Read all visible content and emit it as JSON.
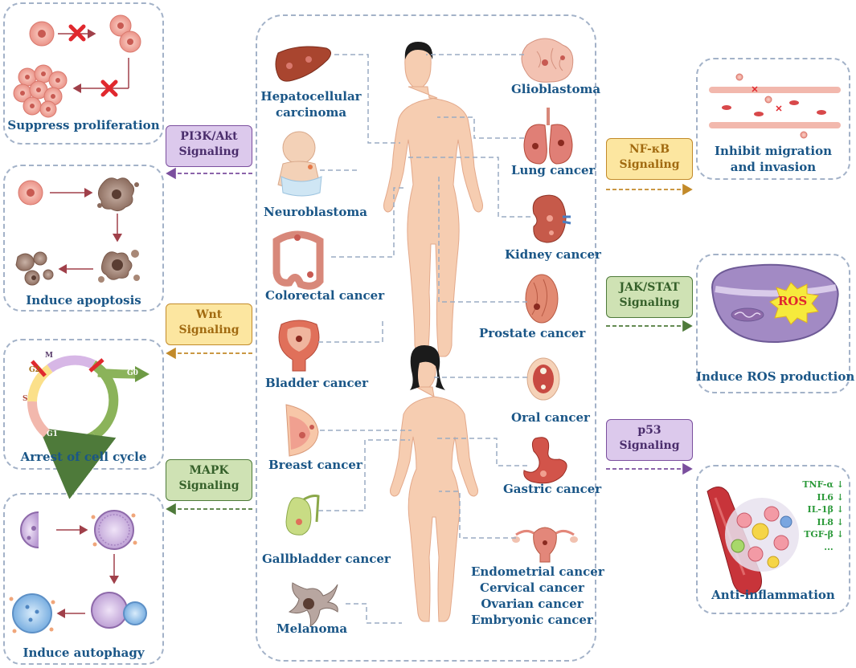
{
  "colors": {
    "dash_border": "#a3b2c8",
    "label_text": "#1a5687",
    "pi3k_fill": "#dcc9ec",
    "pi3k_text": "#4a2d6c",
    "pi3k_arrow": "#7b4f9e",
    "wnt_fill": "#fce6a0",
    "wnt_text": "#a16a10",
    "wnt_arrow": "#c28a2a",
    "mapk_fill": "#cfe2b4",
    "mapk_text": "#35602a",
    "mapk_arrow": "#4e7a3a",
    "nfkb_fill": "#fce6a0",
    "nfkb_text": "#a16a10",
    "nfkb_arrow": "#c28a2a",
    "jak_fill": "#cfe2b4",
    "jak_text": "#35602a",
    "jak_arrow": "#4e7a3a",
    "p53_fill": "#dcc9ec",
    "p53_text": "#4a2d6c",
    "p53_arrow": "#7b4f9e",
    "skin": "#f6cdb1",
    "cytokine_green": "#2d9a3b"
  },
  "left_panels": {
    "proliferation": "Suppress proliferation",
    "apoptosis": "Induce apoptosis",
    "cell_cycle": "Arrest of cell cycle",
    "autophagy": "Induce autophagy"
  },
  "cell_cycle_phases": {
    "m": "M",
    "g2": "G2",
    "g0": "G0",
    "s": "S",
    "g1": "G1"
  },
  "signals": {
    "pi3k": {
      "line1": "PI3K/Akt",
      "line2": "Signaling"
    },
    "wnt": {
      "line1": "Wnt",
      "line2": "Signaling"
    },
    "mapk": {
      "line1": "MAPK",
      "line2": "Signaling"
    },
    "nfkb": {
      "line1": "NF-κB",
      "line2": "Signaling"
    },
    "jak": {
      "line1": "JAK/STAT",
      "line2": "Signaling"
    },
    "p53": {
      "line1": "p53",
      "line2": "Signaling"
    }
  },
  "cancers_left": {
    "hepatocellular": {
      "line1": "Hepatocellular",
      "line2": "carcinoma"
    },
    "neuroblastoma": "Neuroblastoma",
    "colorectal": "Colorectal cancer",
    "bladder": "Bladder cancer",
    "breast": "Breast cancer",
    "gallbladder": "Gallbladder cancer",
    "melanoma": "Melanoma"
  },
  "cancers_right": {
    "glioblastoma": "Glioblastoma",
    "lung": "Lung cancer",
    "kidney": "Kidney cancer",
    "prostate": "Prostate cancer",
    "oral": "Oral cancer",
    "gastric": "Gastric cancer",
    "gyn": [
      "Endometrial cancer",
      "Cervical cancer",
      "Ovarian cancer",
      "Embryonic cancer"
    ]
  },
  "right_panels": {
    "migration": {
      "line1": "Inhibit migration",
      "line2": "and invasion"
    },
    "ros_title": "Induce ROS production",
    "ros_burst": "ROS",
    "inflammation": "Anti-inflammation"
  },
  "cytokines": [
    "TNF-α ↓",
    "IL6 ↓",
    "IL-1β ↓",
    "IL8 ↓",
    "TGF-β ↓",
    "..."
  ]
}
